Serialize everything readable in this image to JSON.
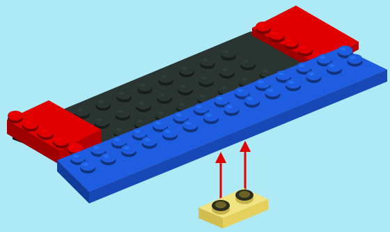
{
  "colors": {
    "background": "#aeeaf6",
    "baseplate_dark": "#2a3431",
    "plate_red": "#e00000",
    "plate_blue": "#1e5de0",
    "small_plate_trans_yellow": "#f3e37a",
    "arrow_red": "#e00000"
  },
  "assembly_instruction": {
    "step_image": "lego-plate-attach",
    "parts": [
      {
        "name": "dark-gray-baseplate",
        "color": "dark-gray"
      },
      {
        "name": "red-plate-left",
        "color": "red",
        "studs": "2x4"
      },
      {
        "name": "red-plate-right",
        "color": "red",
        "studs": "2x4"
      },
      {
        "name": "blue-plate-long",
        "color": "blue",
        "studs": "2x14"
      },
      {
        "name": "trans-yellow-plate-1x2",
        "color": "trans-yellow",
        "studs": "1x2"
      }
    ],
    "arrows": 2
  }
}
